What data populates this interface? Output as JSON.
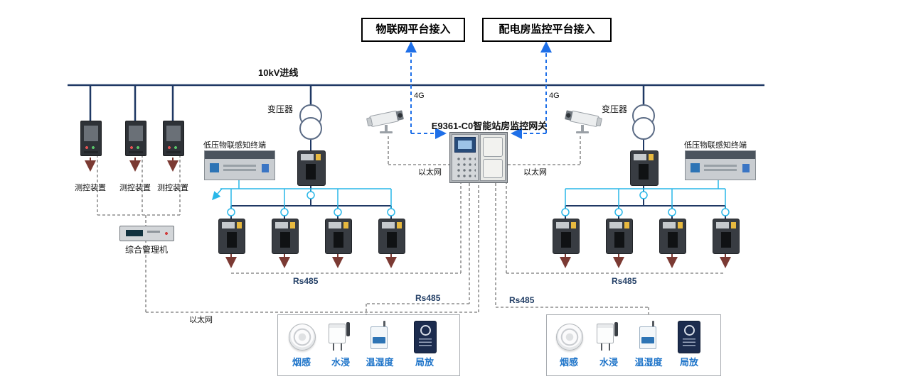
{
  "diagram": {
    "platform_boxes": {
      "iot": "物联网平台接入",
      "distribution": "配电房监控平台接入"
    },
    "link_labels": {
      "g4_left": "4G",
      "g4_right": "4G"
    },
    "bus_label": "10kV进线",
    "transformers": {
      "left": "变压器",
      "right": "变压器"
    },
    "terminals": {
      "left": "低压物联感知终端",
      "right": "低压物联感知终端"
    },
    "gateway_label": "E9361-C0智能站房监控网关",
    "ethernet": {
      "left": "以太网",
      "right": "以太网",
      "bottom": "以太网"
    },
    "measure_devices": [
      "测控装置",
      "测控装置",
      "测控装置"
    ],
    "management_unit": "综合管理机",
    "rs485": {
      "left_bus": "Rs485",
      "right_bus": "Rs485",
      "left_sensor": "Rs485",
      "right_sensor": "Rs485"
    },
    "sensors": {
      "left": [
        "烟感",
        "水浸",
        "温湿度",
        "局放"
      ],
      "right": [
        "烟感",
        "水浸",
        "温湿度",
        "局放"
      ]
    },
    "colors": {
      "bus": "#1f3864",
      "blue_link": "#1e6fe8",
      "cyan": "#29b7e8",
      "arrow": "#7b3a33",
      "sensor_label": "#1e74c9",
      "dashed": "#777777"
    }
  }
}
